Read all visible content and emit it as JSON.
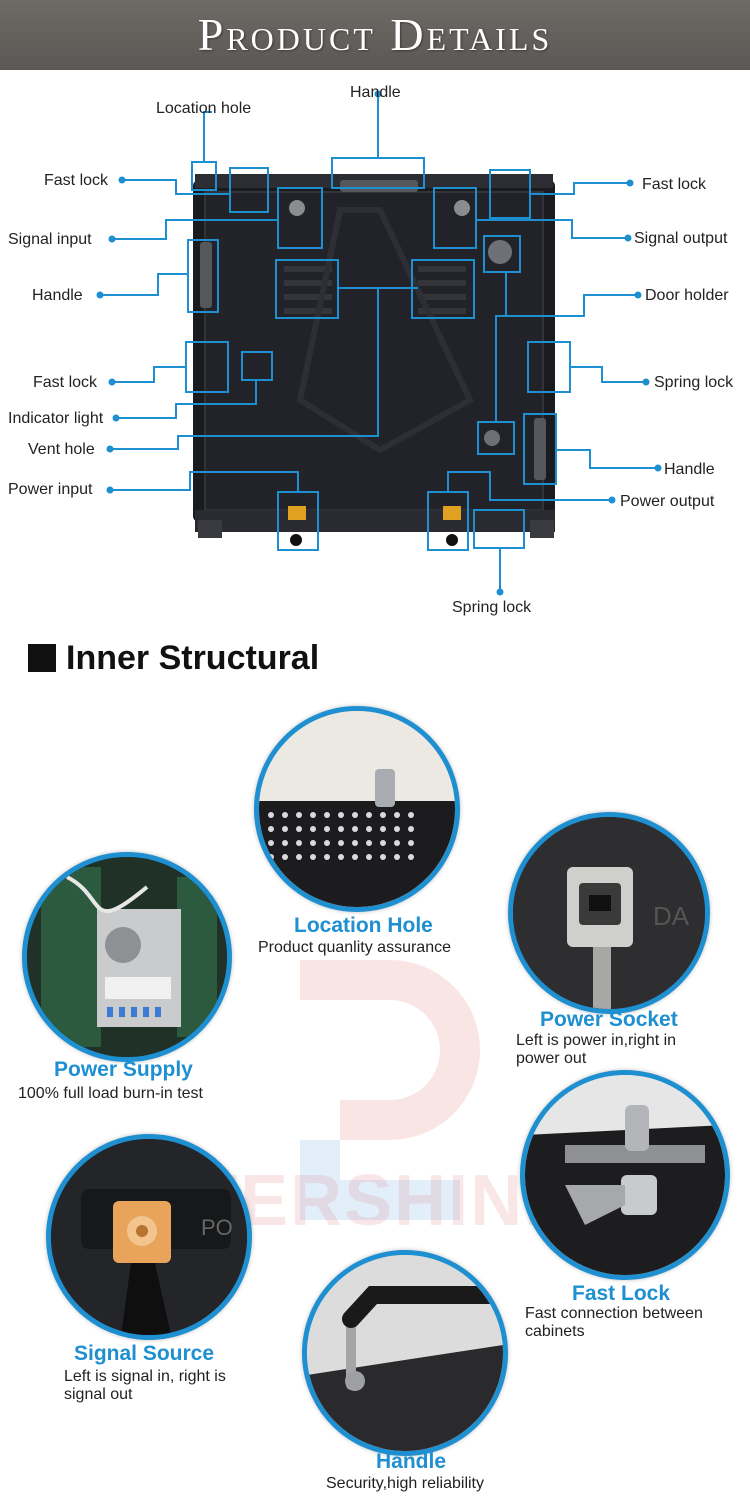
{
  "header": {
    "title": "Product Details"
  },
  "labels": {
    "location_hole": "Location hole",
    "handle_top": "Handle",
    "fast_lock_left": "Fast lock",
    "fast_lock_right": "Fast lock",
    "signal_input": "Signal input",
    "signal_output": "Signal output",
    "handle_left": "Handle",
    "door_holder": "Door holder",
    "fast_lock_left2": "Fast lock",
    "spring_lock_right": "Spring lock",
    "indicator_light": "Indicator light",
    "vent_hole": "Vent hole",
    "handle_right": "Handle",
    "power_input": "Power input",
    "power_output": "Power output",
    "spring_lock_bottom": "Spring lock"
  },
  "section": {
    "title": "Inner Structural"
  },
  "features": {
    "location_hole": {
      "title": "Location Hole",
      "desc": "Product quanlity assurance"
    },
    "power_socket": {
      "title": "Power Socket",
      "desc": "Left is power in,right in power out"
    },
    "power_supply": {
      "title": "Power Supply",
      "desc": "100% full load burn-in test"
    },
    "fast_lock": {
      "title": "Fast Lock",
      "desc": "Fast connection between cabinets"
    },
    "signal_source": {
      "title": "Signal Source",
      "desc": "Left is signal in, right is signal out"
    },
    "handle": {
      "title": "Handle",
      "desc": "Security,high reliability"
    }
  },
  "watermark": {
    "text": "EVERSHINE"
  },
  "colors": {
    "accent": "#1e8fd0",
    "header_bg": "#615d5a",
    "cabinet": "#1a1b1f"
  }
}
